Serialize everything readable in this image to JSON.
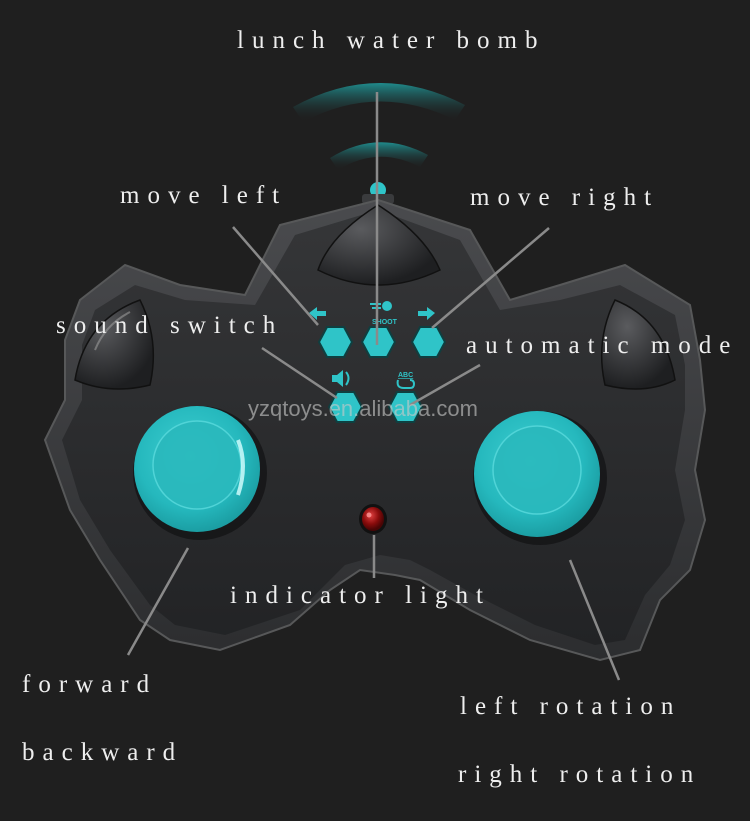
{
  "title": "Remote controller function diagram",
  "colors": {
    "background": "#1f1f1f",
    "body": "#2b2c2e",
    "accent": "#2fc4c8",
    "indicator": "#8a0c0c",
    "label_text": "#eeeeee",
    "leader_line": "#8a8a8a"
  },
  "labels": {
    "lunch_water_bomb": "lunch water bomb",
    "move_left": "move left",
    "move_right": "move right",
    "sound_switch": "sound switch",
    "automatic_mode": "automatic mode",
    "indicator_light": "indicator light",
    "forward": "forward",
    "backward": "backward",
    "left_rotation": "left rotation",
    "right_rotation": "right rotation"
  },
  "buttons": {
    "move_left": {
      "icon": "arrow-left-icon"
    },
    "shoot": {
      "icon": "shoot-icon",
      "caption": "SHOOT"
    },
    "move_right": {
      "icon": "arrow-right-icon"
    },
    "sound": {
      "icon": "speaker-icon"
    },
    "auto": {
      "icon": "auto-mode-icon",
      "caption": "ABC"
    }
  },
  "watermark": "yzqtoys.en.alibaba.com"
}
